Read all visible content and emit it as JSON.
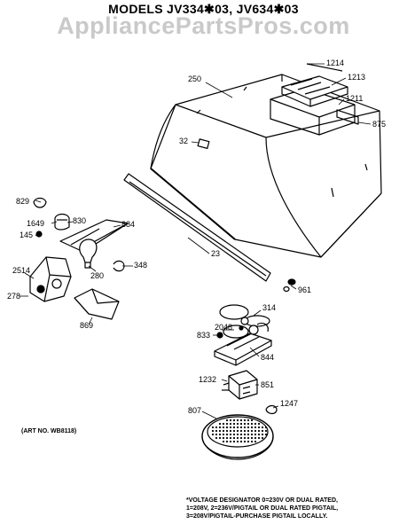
{
  "title": "MODELS JV334✱03, JV634✱03",
  "watermark": "AppliancePartsPros.com",
  "art_number": "(ART NO. WB8118)",
  "footnote": [
    "*VOLTAGE DESIGNATOR 0=230V OR DUAL RATED,",
    "1=208V, 2=236V/PIGTAIL OR DUAL RATED PIGTAIL,",
    "3=208V/PIGTAIL-PURCHASE PIGTAIL LOCALLY."
  ],
  "parts": {
    "p1214": "1214",
    "p1213": "1213",
    "p1211": "1211",
    "p250": "250",
    "p875": "875",
    "p32": "32",
    "p829": "829",
    "p1649": "1649",
    "p830": "830",
    "p145": "145",
    "p884": "884",
    "p23": "23",
    "p348": "348",
    "p2514": "2514",
    "p280": "280",
    "p961": "961",
    "p278": "278",
    "p869": "869",
    "p314": "314",
    "p833": "833",
    "p2048": "2048",
    "p844": "844",
    "p1232": "1232",
    "p851": "851",
    "p1247": "1247",
    "p807": "807"
  }
}
